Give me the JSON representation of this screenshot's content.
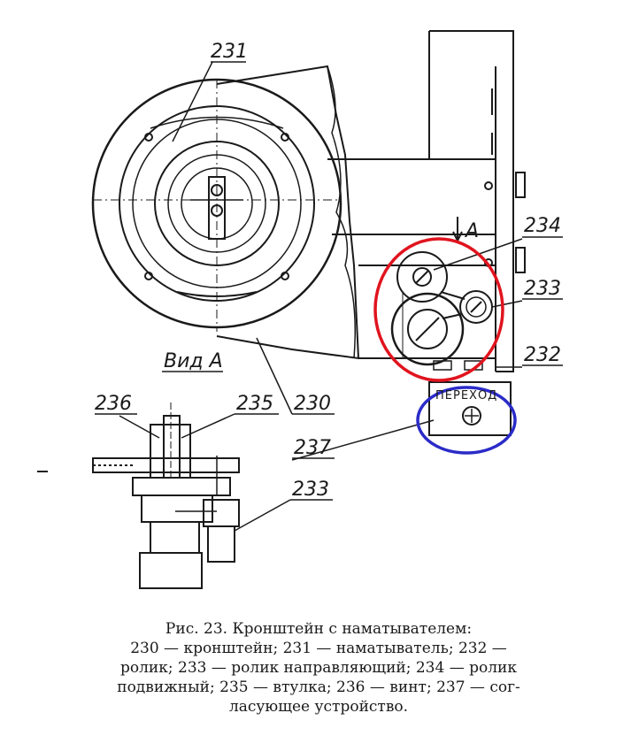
{
  "diagram": {
    "callouts": {
      "c231": "231",
      "c234": "234",
      "c233a": "233",
      "c232": "232",
      "c236": "236",
      "c235": "235",
      "c230": "230",
      "c237": "237",
      "c233b": "233"
    },
    "view_label": "Вид А",
    "arrow_label": "А",
    "device_label": "ПЕРЕХОД",
    "highlight_colors": {
      "red": "#e0141e",
      "blue": "#2b2bc8"
    }
  },
  "caption": {
    "line1": "Рис. 23. Кронштейн с наматывателем:",
    "line2": "230 — кронштейн; 231 — наматыватель; 232 —",
    "line3": "ролик; 233 — ролик направляющий; 234 — ролик",
    "line4": "подвижный; 235 — втулка; 236 — винт; 237 — сог-",
    "line5": "ласующее устройство."
  }
}
